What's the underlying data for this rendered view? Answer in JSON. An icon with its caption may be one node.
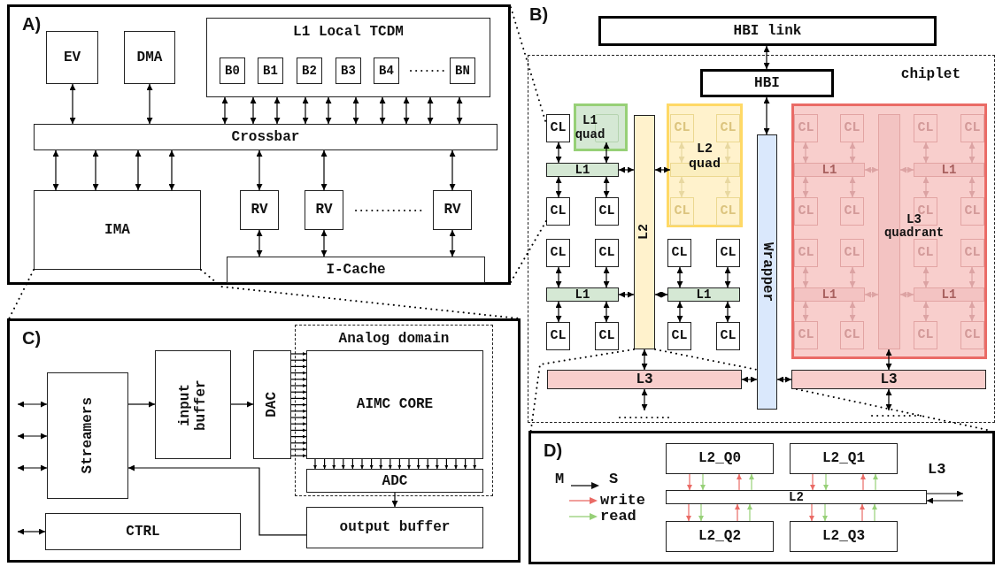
{
  "diagram": {
    "nodes": [
      {
        "text": [
          "A)"
        ]
      },
      {
        "text": [
          "EV"
        ],
        "in": 0
      },
      {
        "text": [
          "DMA"
        ],
        "in": 0
      },
      {
        "text": [
          "L1 Local TCDM"
        ],
        "in": 0
      },
      {
        "text": [
          "B0"
        ],
        "in": 3
      },
      {
        "text": [
          "B1"
        ],
        "in": 3
      },
      {
        "text": [
          "B2"
        ],
        "in": 3
      },
      {
        "text": [
          "B3"
        ],
        "in": 3
      },
      {
        "text": [
          "B4"
        ],
        "in": 3
      },
      {
        "text": [
          "BN"
        ],
        "in": 3
      },
      {
        "text": [
          "Crossbar"
        ],
        "in": 0
      },
      {
        "text": [
          "IMA"
        ],
        "in": 0
      },
      {
        "text": [
          "RV"
        ],
        "in": 0
      },
      {
        "text": [
          "RV"
        ],
        "in": 0
      },
      {
        "text": [
          "RV"
        ],
        "in": 0
      },
      {
        "text": [
          "I-Cache"
        ],
        "in": 0
      },
      {
        "text": [
          "HBI link"
        ]
      },
      {
        "text": [
          "chiplet"
        ]
      },
      {
        "text": [
          "HBI"
        ],
        "in": 17
      },
      {
        "text": [
          "CL"
        ],
        "in": 17
      },
      {
        "text": [
          "L1 quad"
        ],
        "in": 17
      },
      {
        "text": [],
        "shape": "box",
        "in": 20
      },
      {
        "text": [
          "L1"
        ],
        "in": 17
      },
      {
        "text": [
          "CL"
        ],
        "in": 17
      },
      {
        "text": [
          "CL"
        ],
        "in": 17
      },
      {
        "text": [
          "L2"
        ],
        "in": 17
      },
      {
        "text": [
          "L2 quad"
        ],
        "in": 17
      },
      {
        "text": [
          "CL"
        ],
        "in": 26
      },
      {
        "text": [
          "CL"
        ],
        "in": 26
      },
      {
        "text": [],
        "shape": "bar",
        "in": 26
      },
      {
        "text": [
          "CL"
        ],
        "in": 26
      },
      {
        "text": [
          "CL"
        ],
        "in": 26
      },
      {
        "text": [
          "CL"
        ],
        "in": 17
      },
      {
        "text": [
          "CL"
        ],
        "in": 17
      },
      {
        "text": [
          "CL"
        ],
        "in": 17
      },
      {
        "text": [
          "CL"
        ],
        "in": 17
      },
      {
        "text": [
          "L1"
        ],
        "in": 17
      },
      {
        "text": [
          "L1"
        ],
        "in": 17
      },
      {
        "text": [
          "CL"
        ],
        "in": 17
      },
      {
        "text": [
          "CL"
        ],
        "in": 17
      },
      {
        "text": [
          "CL"
        ],
        "in": 17
      },
      {
        "text": [
          "CL"
        ],
        "in": 17
      },
      {
        "text": [
          "L3"
        ],
        "in": 17
      },
      {
        "text": [
          "Wrapper"
        ],
        "in": 17
      },
      {
        "text": [
          "L3 quadrant"
        ],
        "in": 17
      },
      {
        "text": [
          "CL"
        ],
        "in": 44
      },
      {
        "text": [
          "CL"
        ],
        "in": 44
      },
      {
        "text": [
          "CL"
        ],
        "in": 44
      },
      {
        "text": [
          "CL"
        ],
        "in": 44
      },
      {
        "text": [],
        "shape": "bar",
        "in": 44
      },
      {
        "text": [
          "L1"
        ],
        "in": 44
      },
      {
        "text": [
          "L1"
        ],
        "in": 44
      },
      {
        "text": [
          "CL"
        ],
        "in": 44
      },
      {
        "text": [
          "CL"
        ],
        "in": 44
      },
      {
        "text": [
          "CL"
        ],
        "in": 44
      },
      {
        "text": [
          "CL"
        ],
        "in": 44
      },
      {
        "text": [
          "CL"
        ],
        "in": 44
      },
      {
        "text": [
          "CL"
        ],
        "in": 44
      },
      {
        "text": [
          "CL"
        ],
        "in": 44
      },
      {
        "text": [
          "CL"
        ],
        "in": 44
      },
      {
        "text": [
          "L1"
        ],
        "in": 44
      },
      {
        "text": [
          "L1"
        ],
        "in": 44
      },
      {
        "text": [
          "CL"
        ],
        "in": 44
      },
      {
        "text": [
          "CL"
        ],
        "in": 44
      },
      {
        "text": [
          "CL"
        ],
        "in": 44
      },
      {
        "text": [
          "CL"
        ],
        "in": 44
      },
      {
        "text": [
          "L3"
        ],
        "in": 17
      },
      {
        "text": [
          "C)"
        ]
      },
      {
        "text": [
          "Streamers"
        ],
        "in": 67
      },
      {
        "text": [
          "input buffer"
        ],
        "in": 67
      },
      {
        "text": [
          "DAC"
        ],
        "in": 67
      },
      {
        "text": [
          "Analog domain"
        ],
        "in": 67
      },
      {
        "text": [
          "AIMC CORE"
        ],
        "in": 71
      },
      {
        "text": [
          "ADC"
        ],
        "in": 71
      },
      {
        "text": [
          "output buffer"
        ],
        "in": 67
      },
      {
        "text": [
          "CTRL"
        ],
        "in": 67
      },
      {
        "text": [
          "D)"
        ]
      },
      {
        "text": [
          "L2_Q0"
        ],
        "in": 76
      },
      {
        "text": [
          "L2_Q1"
        ],
        "in": 76
      },
      {
        "text": [
          "L2"
        ],
        "in": 76
      },
      {
        "text": [
          "L2_Q2"
        ],
        "in": 76
      },
      {
        "text": [
          "L2_Q3"
        ],
        "in": 76
      }
    ],
    "edges": [
      {
        "from": 1,
        "to": 10,
        "arrow": "both"
      },
      {
        "from": 2,
        "to": 10,
        "arrow": "both"
      },
      {
        "from": 3,
        "to": 10,
        "arrow": "both"
      },
      {
        "from": 3,
        "to": 10,
        "arrow": "both"
      },
      {
        "from": 3,
        "to": 10,
        "arrow": "both"
      },
      {
        "from": 3,
        "to": 10,
        "arrow": "both"
      },
      {
        "from": 3,
        "to": 10,
        "arrow": "both"
      },
      {
        "from": 3,
        "to": 10,
        "arrow": "both"
      },
      {
        "from": 3,
        "to": 10,
        "arrow": "both"
      },
      {
        "from": 3,
        "to": 10,
        "arrow": "both"
      },
      {
        "from": 3,
        "to": 10,
        "arrow": "both"
      },
      {
        "from": 3,
        "to": 10,
        "arrow": "both"
      },
      {
        "from": 10,
        "to": 11,
        "arrow": "both"
      },
      {
        "from": 10,
        "to": 11,
        "arrow": "both"
      },
      {
        "from": 10,
        "to": 11,
        "arrow": "both"
      },
      {
        "from": 10,
        "to": 11,
        "arrow": "both"
      },
      {
        "from": 10,
        "to": 12,
        "arrow": "both"
      },
      {
        "from": 10,
        "to": 13,
        "arrow": "both"
      },
      {
        "from": 10,
        "to": 14,
        "arrow": "both"
      },
      {
        "from": 12,
        "to": 15,
        "arrow": "both"
      },
      {
        "from": 13,
        "to": 15,
        "arrow": "both"
      },
      {
        "from": 14,
        "to": 15,
        "arrow": "both"
      },
      {
        "from": 16,
        "to": 18,
        "arrow": "both"
      },
      {
        "from": 18,
        "to": 43,
        "arrow": "both"
      },
      {
        "from": 19,
        "to": 22,
        "arrow": "both"
      },
      {
        "from": 21,
        "to": 22,
        "arrow": "both"
      },
      {
        "from": 22,
        "to": 23,
        "arrow": "both"
      },
      {
        "from": 22,
        "to": 24,
        "arrow": "both"
      },
      {
        "from": 22,
        "to": 25,
        "arrow": "both"
      },
      {
        "from": 29,
        "to": 25,
        "arrow": "both"
      },
      {
        "from": 27,
        "to": 29,
        "arrow": "both",
        "color": "#e8d8a0"
      },
      {
        "from": 28,
        "to": 29,
        "arrow": "both",
        "color": "#e8d8a0"
      },
      {
        "from": 29,
        "to": 30,
        "arrow": "both",
        "color": "#e8d8a0"
      },
      {
        "from": 29,
        "to": 31,
        "arrow": "both",
        "color": "#e8d8a0"
      },
      {
        "from": 32,
        "to": 36,
        "arrow": "both"
      },
      {
        "from": 33,
        "to": 36,
        "arrow": "both"
      },
      {
        "from": 34,
        "to": 37,
        "arrow": "both"
      },
      {
        "from": 35,
        "to": 37,
        "arrow": "both"
      },
      {
        "from": 36,
        "to": 38,
        "arrow": "both"
      },
      {
        "from": 36,
        "to": 39,
        "arrow": "both"
      },
      {
        "from": 37,
        "to": 40,
        "arrow": "both"
      },
      {
        "from": 37,
        "to": 41,
        "arrow": "both"
      },
      {
        "from": 36,
        "to": 25,
        "arrow": "both"
      },
      {
        "from": 37,
        "to": 25,
        "arrow": "both"
      },
      {
        "from": 25,
        "to": 42,
        "arrow": "both"
      },
      {
        "from": 42,
        "to": null,
        "arrow": "both"
      },
      {
        "from": 42,
        "to": 43,
        "arrow": "both"
      },
      {
        "from": 43,
        "to": 66,
        "arrow": "both"
      },
      {
        "from": 49,
        "to": 66,
        "arrow": "both"
      },
      {
        "from": 66,
        "to": null,
        "arrow": "both"
      },
      {
        "from": 45,
        "to": 50,
        "arrow": "both",
        "color": "#dca3a3"
      },
      {
        "from": 46,
        "to": 50,
        "arrow": "both",
        "color": "#dca3a3"
      },
      {
        "from": 47,
        "to": 51,
        "arrow": "both",
        "color": "#dca3a3"
      },
      {
        "from": 48,
        "to": 51,
        "arrow": "both",
        "color": "#dca3a3"
      },
      {
        "from": 50,
        "to": 52,
        "arrow": "both",
        "color": "#dca3a3"
      },
      {
        "from": 50,
        "to": 53,
        "arrow": "both",
        "color": "#dca3a3"
      },
      {
        "from": 51,
        "to": 54,
        "arrow": "both",
        "color": "#dca3a3"
      },
      {
        "from": 51,
        "to": 55,
        "arrow": "both",
        "color": "#dca3a3"
      },
      {
        "from": 56,
        "to": 60,
        "arrow": "both",
        "color": "#dca3a3"
      },
      {
        "from": 57,
        "to": 60,
        "arrow": "both",
        "color": "#dca3a3"
      },
      {
        "from": 58,
        "to": 61,
        "arrow": "both",
        "color": "#dca3a3"
      },
      {
        "from": 59,
        "to": 61,
        "arrow": "both",
        "color": "#dca3a3"
      },
      {
        "from": 60,
        "to": 62,
        "arrow": "both",
        "color": "#dca3a3"
      },
      {
        "from": 60,
        "to": 63,
        "arrow": "both",
        "color": "#dca3a3"
      },
      {
        "from": 61,
        "to": 64,
        "arrow": "both",
        "color": "#dca3a3"
      },
      {
        "from": 61,
        "to": 65,
        "arrow": "both",
        "color": "#dca3a3"
      },
      {
        "from": 50,
        "to": 49,
        "arrow": "both",
        "color": "#dca3a3"
      },
      {
        "from": 51,
        "to": 49,
        "arrow": "both",
        "color": "#dca3a3"
      },
      {
        "from": 60,
        "to": 49,
        "arrow": "both",
        "color": "#dca3a3"
      },
      {
        "from": 61,
        "to": 49,
        "arrow": "both",
        "color": "#dca3a3"
      },
      {
        "from": null,
        "to": 68,
        "arrow": "both"
      },
      {
        "from": null,
        "to": 68,
        "arrow": "both"
      },
      {
        "from": null,
        "to": 68,
        "arrow": "both"
      },
      {
        "from": null,
        "to": 75,
        "arrow": "both"
      },
      {
        "from": 68,
        "to": 69,
        "arrow": "to"
      },
      {
        "from": 69,
        "to": 70,
        "arrow": "to"
      },
      {
        "from": 70,
        "to": 72,
        "arrow": "to"
      },
      {
        "from": 70,
        "to": 72,
        "arrow": "to"
      },
      {
        "from": 70,
        "to": 72,
        "arrow": "to"
      },
      {
        "from": 70,
        "to": 72,
        "arrow": "to"
      },
      {
        "from": 70,
        "to": 72,
        "arrow": "to"
      },
      {
        "from": 70,
        "to": 72,
        "arrow": "to"
      },
      {
        "from": 70,
        "to": 72,
        "arrow": "to"
      },
      {
        "from": 70,
        "to": 72,
        "arrow": "to"
      },
      {
        "from": 70,
        "to": 72,
        "arrow": "to"
      },
      {
        "from": 70,
        "to": 72,
        "arrow": "to"
      },
      {
        "from": 70,
        "to": 72,
        "arrow": "to"
      },
      {
        "from": 70,
        "to": 72,
        "arrow": "to"
      },
      {
        "from": 70,
        "to": 72,
        "arrow": "to"
      },
      {
        "from": 70,
        "to": 72,
        "arrow": "to"
      },
      {
        "from": 70,
        "to": 72,
        "arrow": "to"
      },
      {
        "from": 70,
        "to": 72,
        "arrow": "to"
      },
      {
        "from": 70,
        "to": 72,
        "arrow": "to"
      },
      {
        "from": 72,
        "to": 73,
        "arrow": "to"
      },
      {
        "from": 72,
        "to": 73,
        "arrow": "to"
      },
      {
        "from": 72,
        "to": 73,
        "arrow": "to"
      },
      {
        "from": 72,
        "to": 73,
        "arrow": "to"
      },
      {
        "from": 72,
        "to": 73,
        "arrow": "to"
      },
      {
        "from": 72,
        "to": 73,
        "arrow": "to"
      },
      {
        "from": 72,
        "to": 73,
        "arrow": "to"
      },
      {
        "from": 72,
        "to": 73,
        "arrow": "to"
      },
      {
        "from": 72,
        "to": 73,
        "arrow": "to"
      },
      {
        "from": 72,
        "to": 73,
        "arrow": "to"
      },
      {
        "from": 72,
        "to": 73,
        "arrow": "to"
      },
      {
        "from": 72,
        "to": 73,
        "arrow": "to"
      },
      {
        "from": 72,
        "to": 73,
        "arrow": "to"
      },
      {
        "from": 72,
        "to": 73,
        "arrow": "to"
      },
      {
        "from": 72,
        "to": 73,
        "arrow": "to"
      },
      {
        "from": 72,
        "to": 73,
        "arrow": "to"
      },
      {
        "from": 72,
        "to": 73,
        "arrow": "to"
      },
      {
        "from": 72,
        "to": 73,
        "arrow": "to"
      },
      {
        "from": 73,
        "to": 74,
        "arrow": "to"
      },
      {
        "from": 74,
        "to": 68,
        "arrow": "to"
      },
      {
        "from": 77,
        "to": 79,
        "arrow": "to",
        "color": "#ea6b66"
      },
      {
        "from": 77,
        "to": 79,
        "arrow": "to",
        "color": "#97d077"
      },
      {
        "from": 79,
        "to": 77,
        "arrow": "to",
        "color": "#ea6b66"
      },
      {
        "from": 79,
        "to": 77,
        "arrow": "to",
        "color": "#97d077"
      },
      {
        "from": 78,
        "to": 79,
        "arrow": "to",
        "color": "#ea6b66"
      },
      {
        "from": 78,
        "to": 79,
        "arrow": "to",
        "color": "#97d077"
      },
      {
        "from": 79,
        "to": 78,
        "arrow": "to",
        "color": "#ea6b66"
      },
      {
        "from": 79,
        "to": 78,
        "arrow": "to",
        "color": "#97d077"
      },
      {
        "from": 79,
        "to": 80,
        "arrow": "to",
        "color": "#ea6b66"
      },
      {
        "from": 79,
        "to": 80,
        "arrow": "to",
        "color": "#97d077"
      },
      {
        "from": 80,
        "to": 79,
        "arrow": "to",
        "color": "#ea6b66"
      },
      {
        "from": 80,
        "to": 79,
        "arrow": "to",
        "color": "#97d077"
      },
      {
        "from": 79,
        "to": 81,
        "arrow": "to",
        "color": "#ea6b66"
      },
      {
        "from": 79,
        "to": 81,
        "arrow": "to",
        "color": "#97d077"
      },
      {
        "from": 81,
        "to": 79,
        "arrow": "to",
        "color": "#ea6b66"
      },
      {
        "from": 81,
        "to": 79,
        "arrow": "to",
        "color": "#97d077"
      },
      {
        "from": 79,
        "to": null,
        "arrow": "to"
      },
      {
        "from": null,
        "to": 79,
        "arrow": "to"
      },
      {
        "from": 11,
        "to": 67,
        "arrow": "none",
        "style": "dashed"
      },
      {
        "from": 11,
        "to": 67,
        "arrow": "none",
        "style": "dashed"
      },
      {
        "from": 0,
        "to": 19,
        "arrow": "none",
        "style": "dashed"
      },
      {
        "from": 0,
        "to": 23,
        "arrow": "none",
        "style": "dashed"
      },
      {
        "from": 25,
        "to": 76,
        "arrow": "none",
        "style": "dashed"
      },
      {
        "from": 25,
        "to": 43,
        "arrow": "none",
        "style": "dashed"
      },
      {
        "from": 66,
        "to": 76,
        "arrow": "none",
        "style": "dashed"
      }
    ],
    "labels": [
      "B)",
      "M",
      "S",
      "L3"
    ],
    "legend": [
      {
        "text": "write"
      },
      {
        "text": "read"
      }
    ]
  }
}
